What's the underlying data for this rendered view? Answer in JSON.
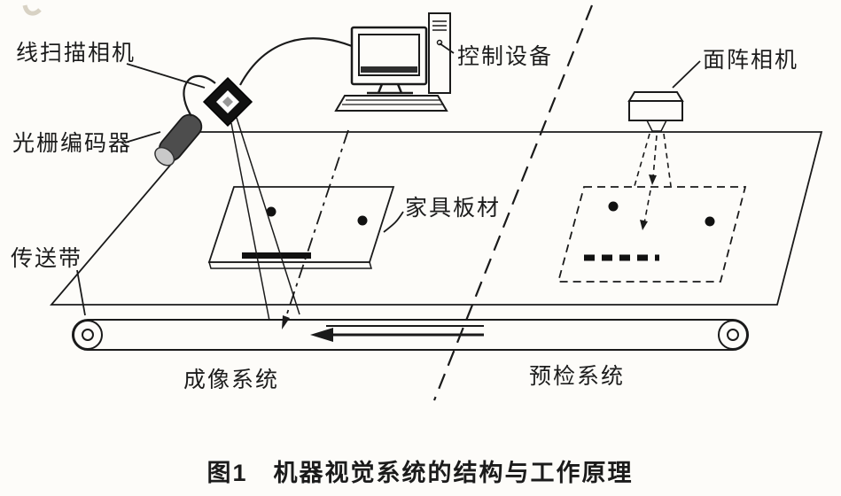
{
  "figure": {
    "caption": "图1　机器视觉系统的结构与工作原理",
    "labels": {
      "line_scan_camera": "线扫描相机",
      "grating_encoder": "光栅编码器",
      "control_device": "控制设备",
      "area_camera": "面阵相机",
      "furniture_panel": "家具板材",
      "conveyor_belt": "传送带",
      "imaging_system": "成像系统",
      "preinspection_system": "预检系统"
    },
    "colors": {
      "line": "#1a1a1a",
      "camera_body": "#111111",
      "encoder_body": "#4d4d4d",
      "encoder_cap": "#c9c9c9",
      "background": "#fdfcf9"
    }
  }
}
